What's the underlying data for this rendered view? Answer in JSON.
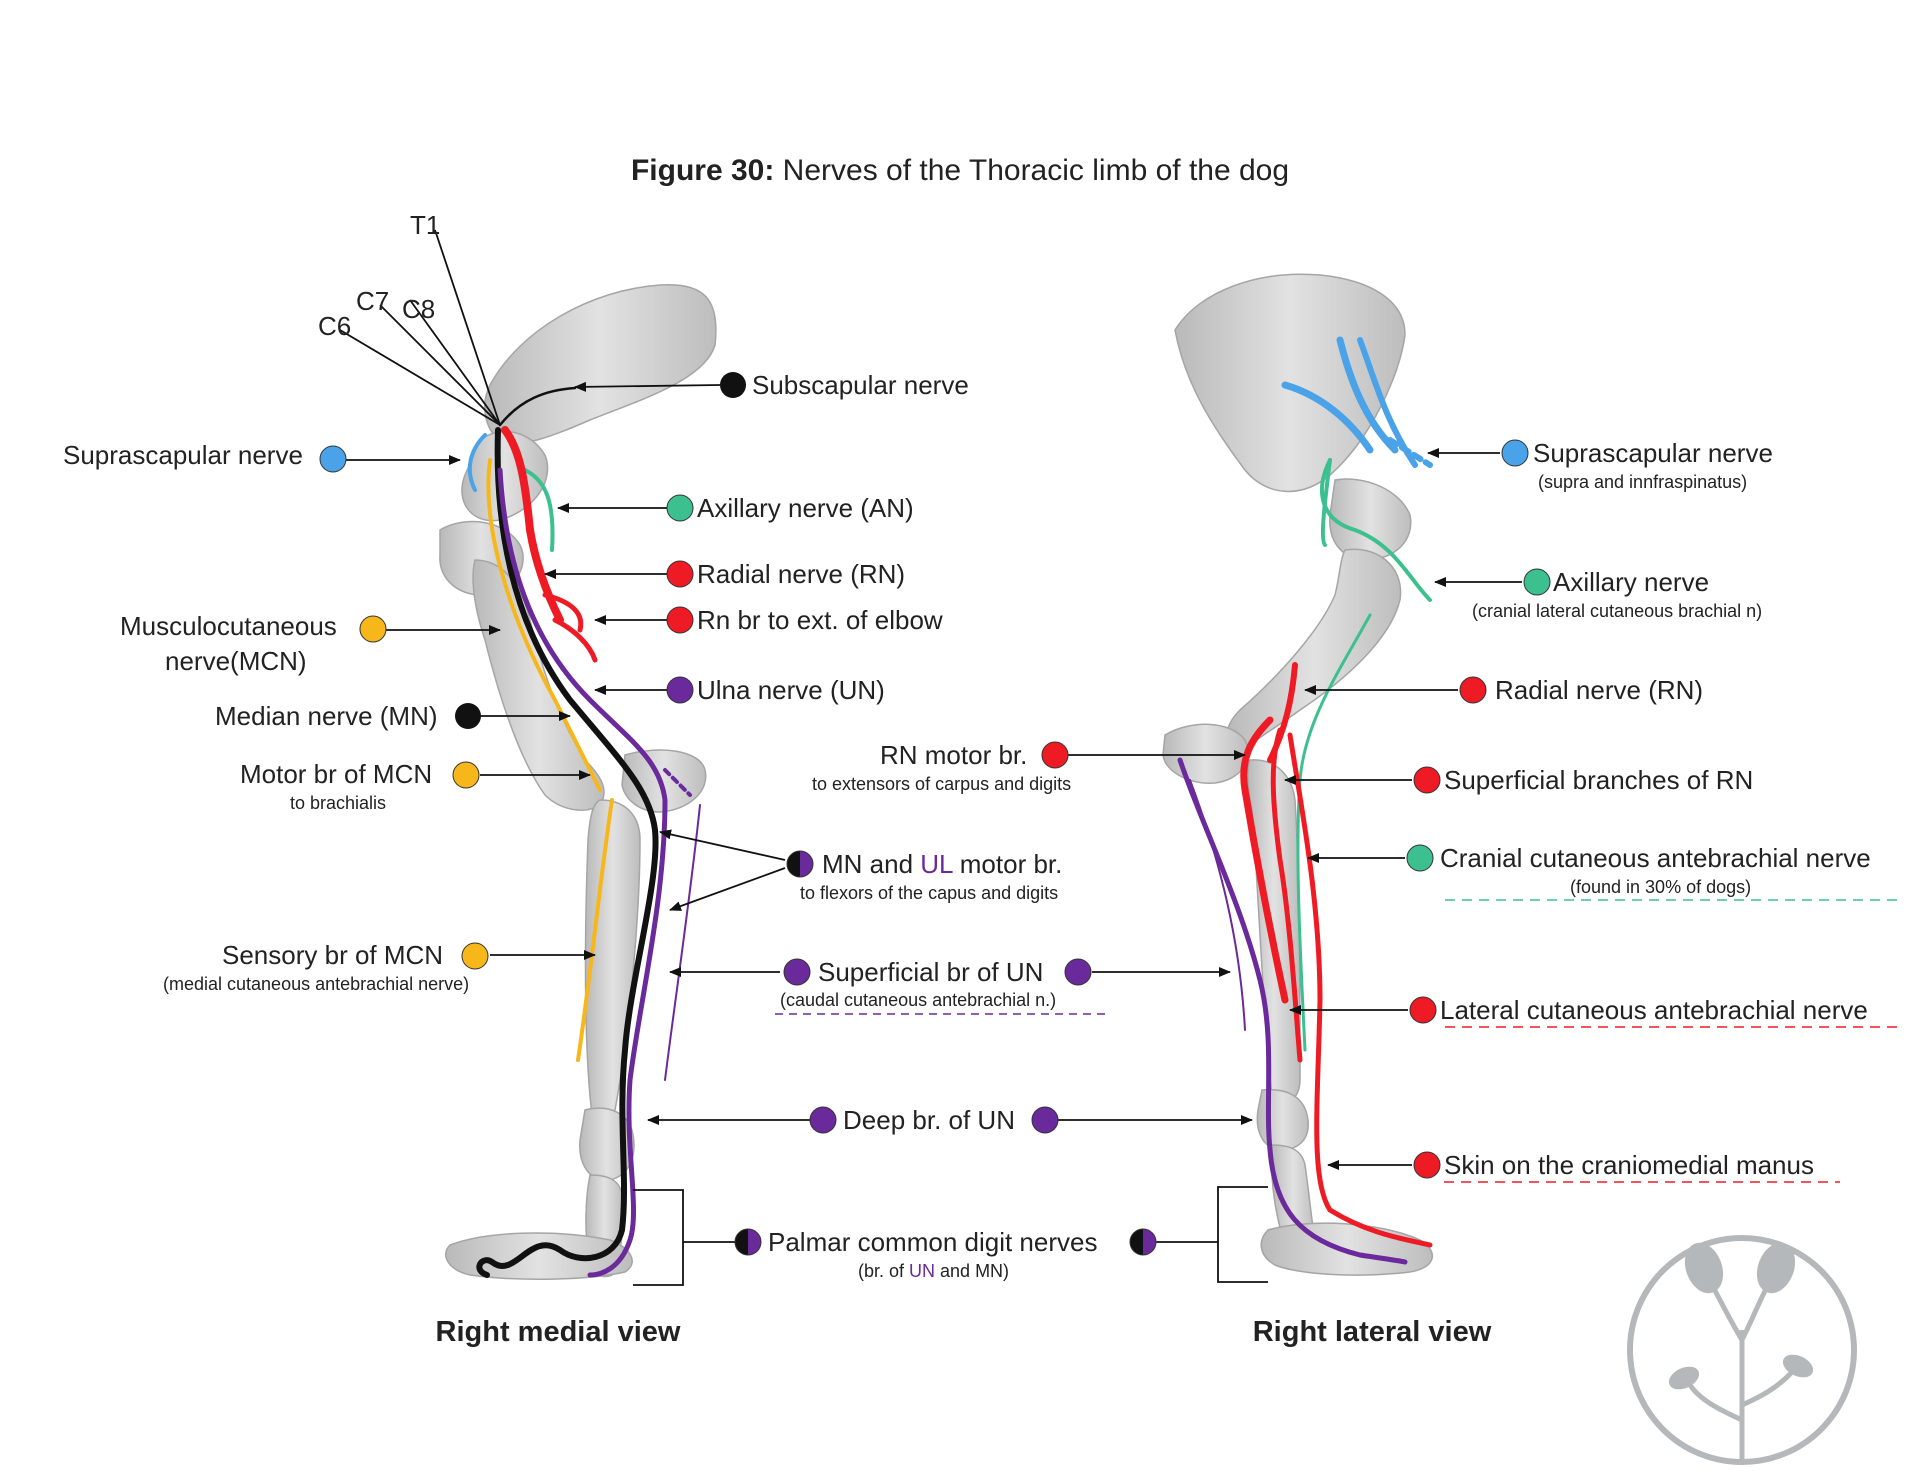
{
  "title": {
    "prefix": "Figure 30:",
    "text": " Nerves of the Thoracic limb of the dog"
  },
  "colors": {
    "suprascapular": "#4aa3e8",
    "axillary": "#3cc08f",
    "radial": "#ee1b24",
    "musculocutaneous": "#f7b71b",
    "ulnar": "#6a2a9b",
    "median": "#111111",
    "bone": "#cfcfcf",
    "bone_edge": "#9a9a9a",
    "logo": "#b5b8bb"
  },
  "roots": {
    "t1": "T1",
    "c7": "C7",
    "c8": "C8",
    "c6": "C6"
  },
  "medial": {
    "view_label": "Right medial view",
    "subscapular": "Subscapular nerve",
    "suprascapular": "Suprascapular nerve",
    "axillary": "Axillary nerve (AN)",
    "radial": "Radial nerve (RN)",
    "rn_br_elbow": "Rn br to ext. of elbow",
    "mcn_line1": "Musculocutaneous",
    "mcn_line2": "nerve(MCN)",
    "ulna": "Ulna nerve (UN)",
    "median": "Median nerve (MN)",
    "motor_mcn": "Motor br of MCN",
    "motor_mcn_sub": "to brachialis",
    "sensory_mcn": "Sensory br of MCN",
    "sensory_mcn_sub": "(medial cutaneous antebrachial nerve)"
  },
  "center": {
    "mn_ul_a": "MN and ",
    "mn_ul_b": "UL",
    "mn_ul_c": " motor br.",
    "mn_ul_sub": "to flexors of the capus and digits",
    "superficial_un": "Superficial br of UN",
    "superficial_un_sub": "(caudal cutaneous antebrachial n.)",
    "deep_un": "Deep br. of UN",
    "palmar": "Palmar common digit nerves",
    "palmar_sub_a": "(br. of ",
    "palmar_sub_b": "UN",
    "palmar_sub_c": " and MN)",
    "rn_motor": "RN motor br.",
    "rn_motor_sub": "to extensors of carpus and digits"
  },
  "lateral": {
    "view_label": "Right lateral view",
    "suprascapular": "Suprascapular nerve",
    "suprascapular_sub": "(supra and innfraspinatus)",
    "axillary": "Axillary nerve",
    "axillary_sub": "(cranial lateral cutaneous brachial n)",
    "radial": "Radial nerve (RN)",
    "superficial_rn": "Superficial branches of RN",
    "cranial_cut": "Cranial cutaneous antebrachial nerve",
    "cranial_cut_sub": "(found in 30% of dogs)",
    "lateral_cut": "Lateral cutaneous antebrachial nerve",
    "skin": "Skin on the craniomedial manus"
  }
}
